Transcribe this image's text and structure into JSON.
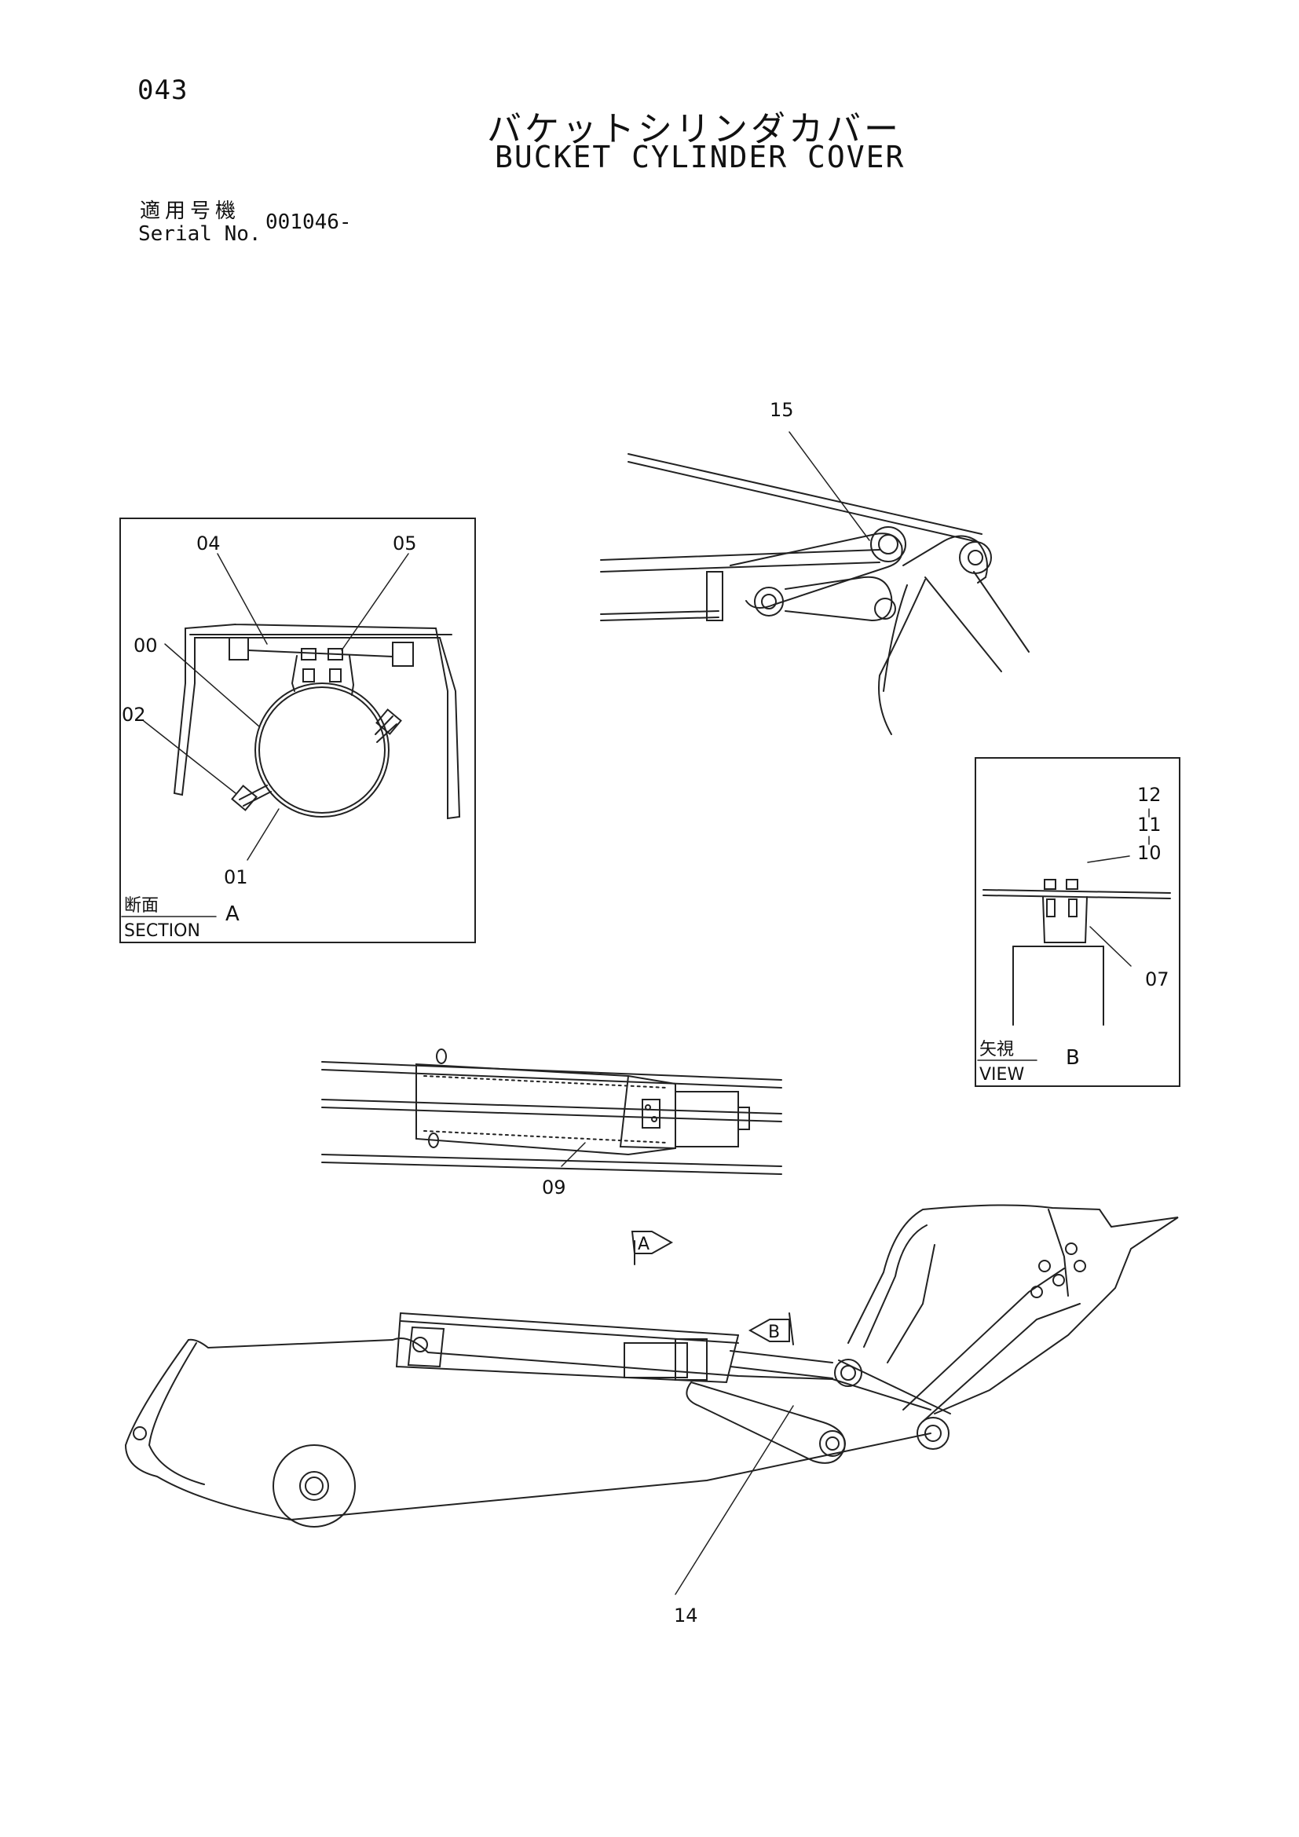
{
  "header": {
    "page_number": "043",
    "title_jp": "バケットシリンダカバー",
    "title_en": "BUCKET CYLINDER COVER",
    "serial_label_jp": "適用号機",
    "serial_label_en": "Serial No.",
    "serial_value": "001046-"
  },
  "section_a": {
    "label_jp": "断面",
    "label_en": "SECTION",
    "letter": "A",
    "callouts": [
      "04",
      "05",
      "00",
      "02",
      "01"
    ]
  },
  "view_b": {
    "label_jp": "矢視",
    "label_en": "VIEW",
    "letter": "B",
    "callouts": [
      "12",
      "11",
      "10",
      "07"
    ]
  },
  "main": {
    "callouts": [
      "15",
      "09",
      "14"
    ],
    "marker_a": "A",
    "marker_b": "B"
  }
}
